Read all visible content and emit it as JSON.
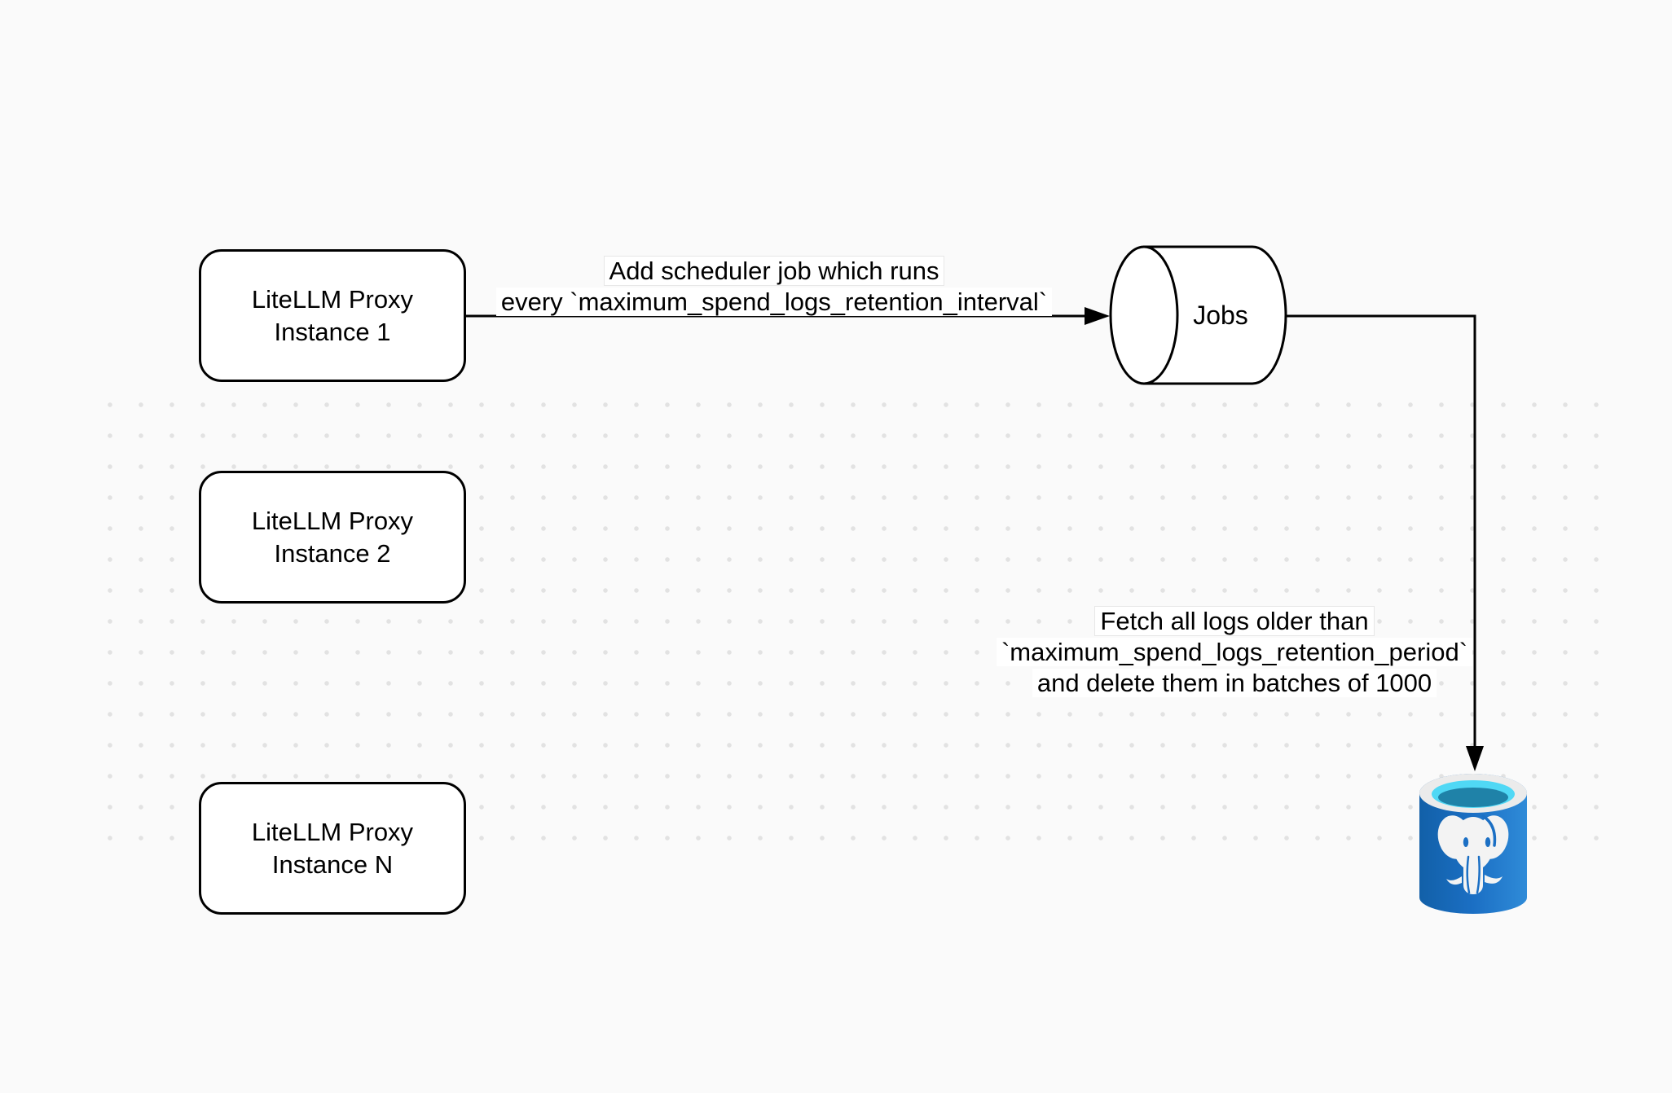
{
  "nodes": {
    "proxies": [
      {
        "line1": "LiteLLM Proxy",
        "line2": "Instance 1"
      },
      {
        "line1": "LiteLLM Proxy",
        "line2": "Instance 2"
      },
      {
        "line1": "LiteLLM Proxy",
        "line2": "Instance N"
      }
    ],
    "jobs": {
      "label": "Jobs"
    },
    "database": {
      "icon": "postgresql-icon"
    }
  },
  "edges": {
    "scheduler": {
      "line1": "Add scheduler job which runs",
      "line2": "every `maximum_spend_logs_retention_interval`"
    },
    "fetch": {
      "line1": "Fetch all logs older than",
      "line2": "`maximum_spend_logs_retention_period`",
      "line3": "and delete them in batches of 1000"
    }
  },
  "colors": {
    "canvas_background": "#fafafa",
    "grid_dot": "#e2e2e2",
    "stroke": "#000000",
    "node_fill": "#ffffff",
    "postgres_body_dark": "#1260a8",
    "postgres_body_light": "#2f8bd8",
    "postgres_rim": "#ebebeb",
    "postgres_cyan": "#50d8f5",
    "postgres_teal": "#1f82a8",
    "postgres_elephant": "#f3f3f3"
  }
}
